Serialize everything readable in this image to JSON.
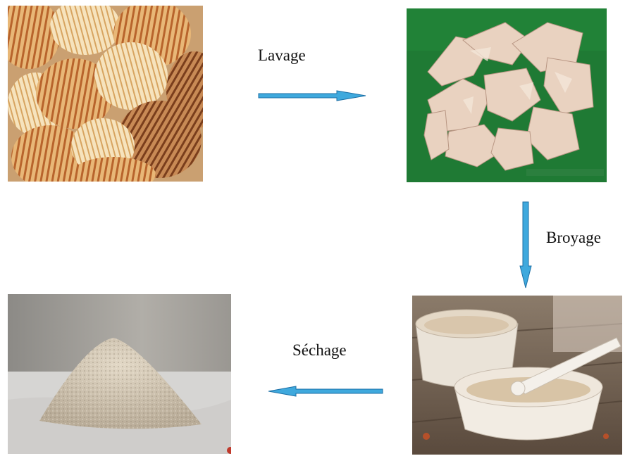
{
  "diagram": {
    "steps": {
      "lavage": "Lavage",
      "broyage": "Broyage",
      "sechage": "Séchage"
    },
    "images": {
      "shells": "shells-photo",
      "crushed": "crushed-shells-photo",
      "ground": "ground-powder-photo",
      "dried": "dried-powder-pile-photo"
    },
    "colors": {
      "arrow_fill": "#3fa9dd",
      "arrow_stroke": "#1b6fa6",
      "green_bg": "#1f7a34"
    }
  }
}
